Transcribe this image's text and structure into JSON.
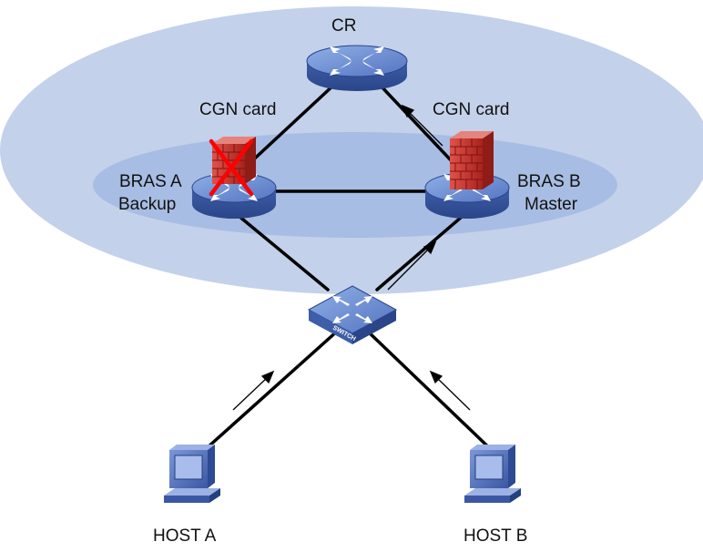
{
  "labels": {
    "cr": "CR",
    "cgn_left": "CGN card",
    "cgn_right": "CGN card",
    "bras_a_name": "BRAS A",
    "bras_a_role": "Backup",
    "bras_b_name": "BRAS B",
    "bras_b_role": "Master",
    "switch_text": "SWITCH",
    "host_a": "HOST A",
    "host_b": "HOST B"
  },
  "colors": {
    "outer_ellipse": "#c3d1ea",
    "inner_ellipse": "#a8bde3",
    "device_blue": "#5f7fc7",
    "firewall_red": "#c9302c",
    "failure_mark": "#ff0000",
    "link": "#000000"
  },
  "icons": {
    "router": "router-icon",
    "firewall": "firewall-icon",
    "switch": "switch-icon",
    "host": "computer-icon",
    "failure": "x-mark-icon"
  }
}
